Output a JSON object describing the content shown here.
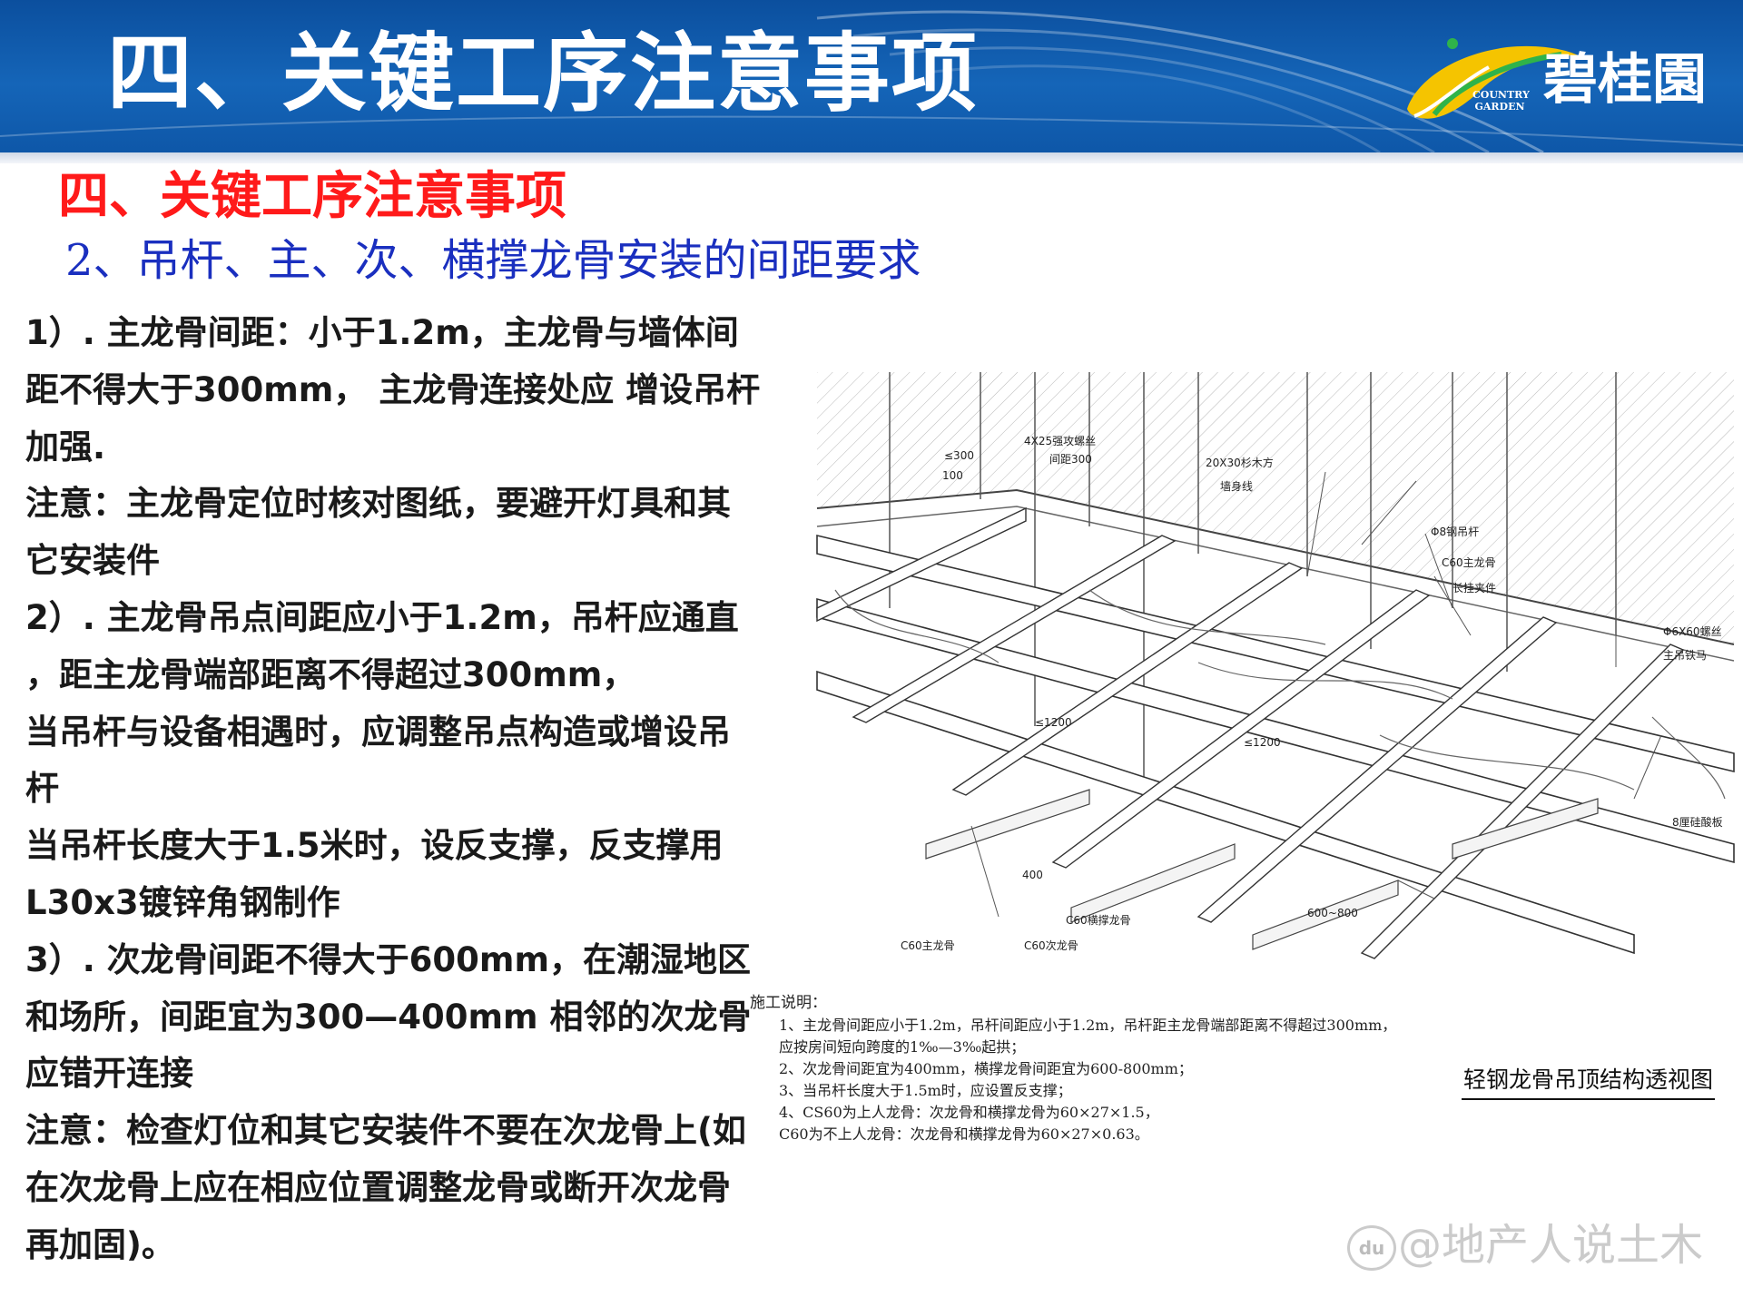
{
  "header": {
    "title": "四、关键工序注意事项",
    "logo_text": "碧桂園",
    "logo_sub_1": "COUNTRY",
    "logo_sub_2": "GARDEN"
  },
  "section_title": "四、关键工序注意事项",
  "sub_title": "2、吊杆、主、次、横撑龙骨安装的间距要求",
  "body_lines": [
    "1）. 主龙骨间距：小于1.2m，主龙骨与墙体间",
    "距不得大于300mm， 主龙骨连接处应 增设吊杆",
    "加强.",
    "注意：主龙骨定位时核对图纸，要避开灯具和其",
    "它安装件",
    "2）. 主龙骨吊点间距应小于1.2m，吊杆应通直",
    "，距主龙骨端部距离不得超过300mm，",
    "当吊杆与设备相遇时，应调整吊点构造或增设吊",
    "杆",
    "当吊杆长度大于1.5米时，设反支撑，反支撑用",
    "L30x3镀锌角钢制作",
    "3）. 次龙骨间距不得大于600mm，在潮湿地区",
    "和场所，间距宜为300—400mm 相邻的次龙骨",
    "应错开连接",
    "注意：检查灯位和其它安装件不要在次龙骨上(如",
    "在次龙骨上应在相应位置调整龙骨或断开次龙骨",
    "再加固)。"
  ],
  "drawing": {
    "labels": {
      "le300": "≤300",
      "d100": "100",
      "screw": "4X25强攻螺丝",
      "spacing300": "间距300",
      "wood": "20X30杉木方",
      "wall_line": "墙身线",
      "rod": "Φ8钢吊杆",
      "main_keel": "C60主龙骨",
      "clip": "长挂夹件",
      "bolt": "Φ6X60螺丝",
      "hanger": "主吊铁马",
      "le1200_a": "≤1200",
      "le1200_b": "≤1200",
      "board": "8厘硅酸板",
      "d400": "400",
      "d600_800": "600~800",
      "cross_keel": "C60横撑龙骨",
      "main_keel_bottom": "C60主龙骨",
      "sub_keel": "C60次龙骨"
    }
  },
  "notes": {
    "heading": "施工说明：",
    "lines": [
      "1、主龙骨间距应小于1.2m，吊杆间距应小于1.2m，吊杆距主龙骨端部距离不得超过300mm，",
      "    应按房间短向跨度的1‰—3‰起拱；",
      "2、次龙骨间距宜为400mm，横撑龙骨间距宜为600-800mm；",
      "3、当吊杆长度大于1.5m时，应设置反支撑；",
      "4、CS60为上人龙骨：次龙骨和横撑龙骨为60×27×1.5，",
      "    C60为不上人龙骨：次龙骨和横撑龙骨为60×27×0.63。"
    ]
  },
  "caption": "轻钢龙骨吊顶结构透视图",
  "watermark": {
    "icon": "du",
    "text": "@地产人说土木"
  },
  "colors": {
    "header_blue": "#1565b8",
    "section_red": "#ff1a1a",
    "subtitle_blue": "#1a2fbf",
    "body_text": "#1a1a1a"
  }
}
